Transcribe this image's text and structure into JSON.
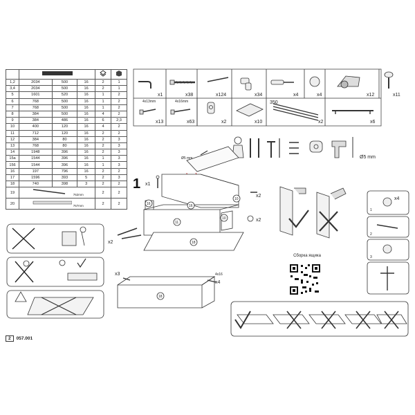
{
  "parts_table": {
    "header": {
      "icon2": "layers-icon",
      "icon3": "box-icon"
    },
    "rows": [
      [
        "1,2",
        "2034",
        "500",
        "16",
        "2",
        "1"
      ],
      [
        "3,4",
        "2034",
        "500",
        "16",
        "2",
        "1"
      ],
      [
        "5",
        "1601",
        "520",
        "16",
        "1",
        "2"
      ],
      [
        "6",
        "768",
        "500",
        "16",
        "1",
        "2"
      ],
      [
        "7",
        "768",
        "500",
        "16",
        "1",
        "2"
      ],
      [
        "8",
        "384",
        "500",
        "16",
        "4",
        "2"
      ],
      [
        "9",
        "384",
        "486",
        "16",
        "6",
        "2;3"
      ],
      [
        "10",
        "400",
        "120",
        "16",
        "4",
        "2"
      ],
      [
        "11",
        "712",
        "120",
        "16",
        "2",
        "2"
      ],
      [
        "12",
        "384",
        "80",
        "16",
        "2",
        "3"
      ],
      [
        "13",
        "768",
        "80",
        "16",
        "2",
        "3"
      ],
      [
        "14",
        "1948",
        "396",
        "16",
        "2",
        "3"
      ],
      [
        "15a",
        "1544",
        "396",
        "16",
        "1",
        "3"
      ],
      [
        "156",
        "1544",
        "396",
        "16",
        "1",
        "3"
      ],
      [
        "16",
        "197",
        "796",
        "16",
        "2",
        "2"
      ],
      [
        "17",
        "1596",
        "393",
        "5",
        "2",
        "3"
      ],
      [
        "18",
        "740",
        "398",
        "3",
        "2",
        "2"
      ]
    ],
    "row19": {
      "num": "19",
      "qty": "2",
      "box": "2",
      "dim": "762mm"
    },
    "row20": {
      "num": "20",
      "qty": "2",
      "box": "2",
      "dim": "767mm"
    }
  },
  "hardware": {
    "qty": [
      "x1",
      "x38",
      "x124",
      "x34",
      "x4",
      "x4",
      "x12",
      "x11",
      "x13",
      "x63",
      "x2",
      "x10",
      "x2",
      "x6"
    ],
    "size_labels": {
      "screw_a": "4x13mm",
      "screw_b": "4x16mm",
      "rail_len": "350"
    }
  },
  "step": {
    "number": "1",
    "drill_label": "Ø5 mm",
    "tools_drill_label": "Ø5 mm",
    "panels": [
      "16",
      "16",
      "11",
      "10",
      "10",
      "18"
    ],
    "qty_labels": [
      "x1",
      "x2",
      "x2",
      "x3"
    ],
    "screw_label": "4x16",
    "screw_qty": "x4",
    "drawer_panel": "18"
  },
  "detail_steps": [
    "1",
    "2",
    "3"
  ],
  "detail_qty": "x4",
  "qr": {
    "title": "Сборка ящика"
  },
  "footer": {
    "page": "2",
    "code": "057.001"
  },
  "icons": [
    "drill-icon",
    "hammer-icon",
    "screwdriver-icon",
    "tape-measure-icon",
    "warning-icon",
    "checkmark-icon",
    "cross-icon"
  ]
}
